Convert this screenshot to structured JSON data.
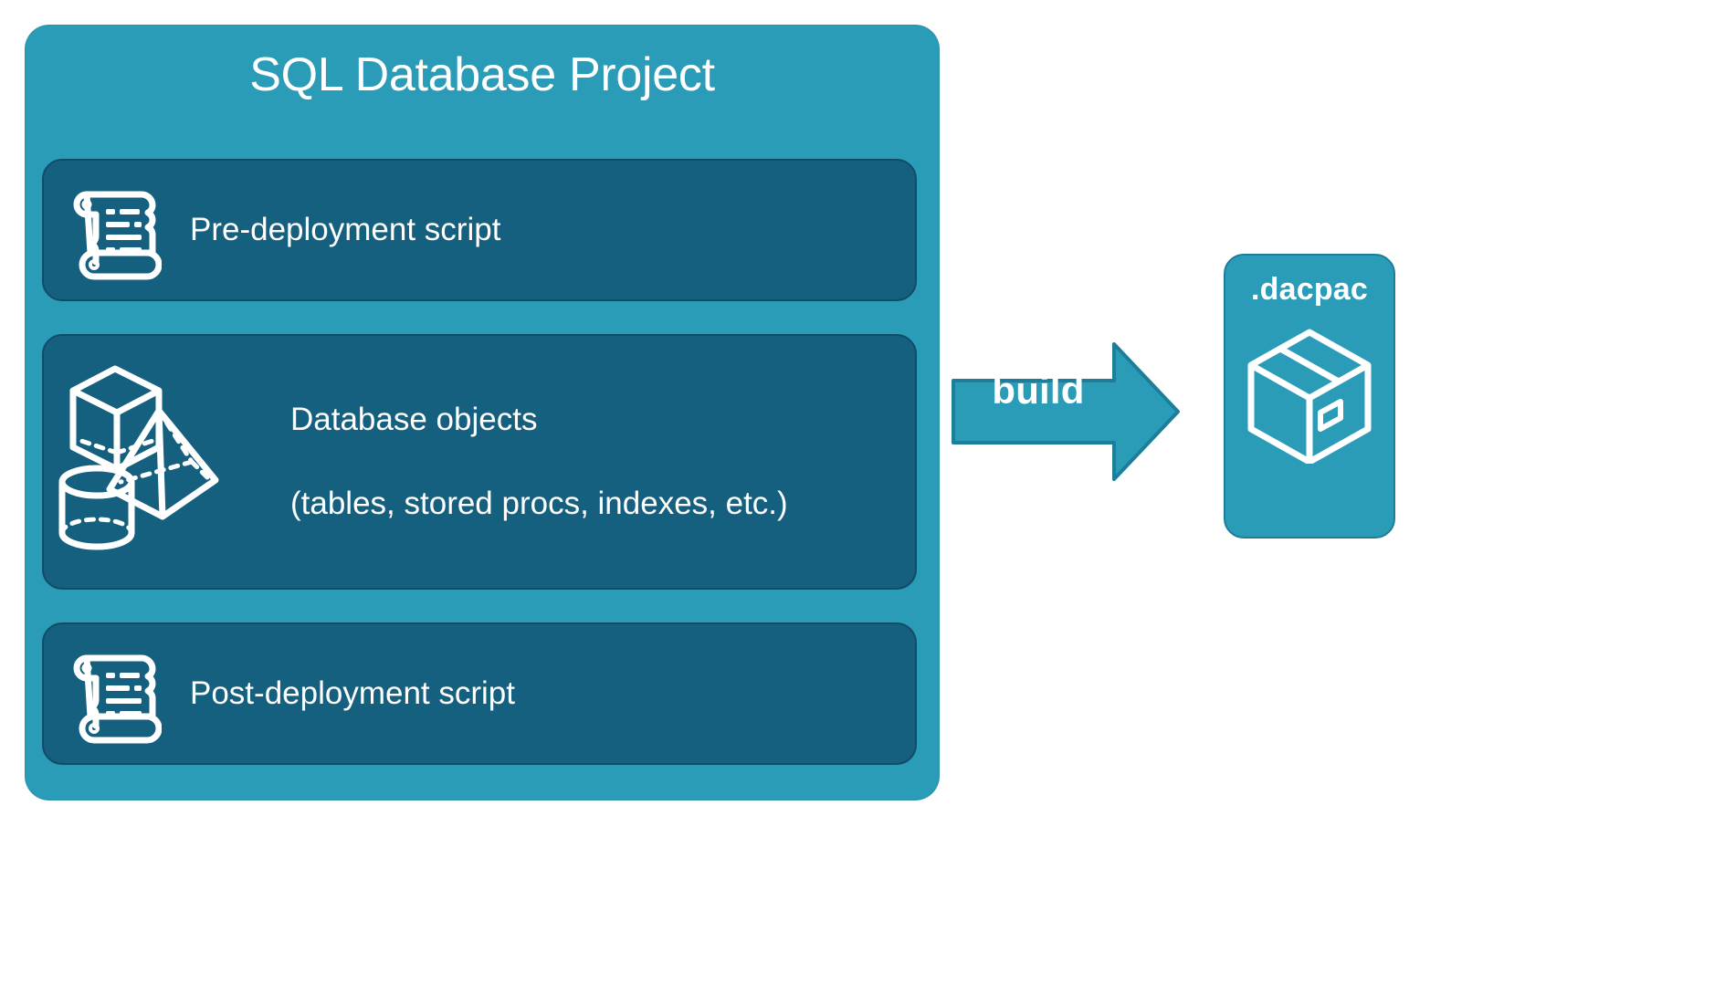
{
  "diagram": {
    "title": "SQL Database Project",
    "background_color": "#ffffff",
    "accent_color": "#2a9cb8",
    "panel_color": "#15607f",
    "text_color": "#ffffff"
  },
  "project": {
    "title": "SQL Database Project",
    "rows": [
      {
        "id": "pre-deployment",
        "label": "Pre-deployment script",
        "icon": "scroll-icon"
      },
      {
        "id": "database-objects",
        "label": "Database objects\n(tables, stored procs, indexes, etc.)",
        "line1": "Database objects",
        "line2": "(tables, stored procs, indexes, etc.)",
        "icon": "shapes-icon"
      },
      {
        "id": "post-deployment",
        "label": "Post-deployment script",
        "icon": "scroll-icon"
      }
    ]
  },
  "arrow": {
    "label": "build",
    "direction": "right",
    "fill_color": "#2a9cb8",
    "stroke_color": "#1d7e99"
  },
  "output": {
    "title": ".dacpac",
    "icon": "package-box-icon",
    "fill_color": "#2a9cb8"
  }
}
